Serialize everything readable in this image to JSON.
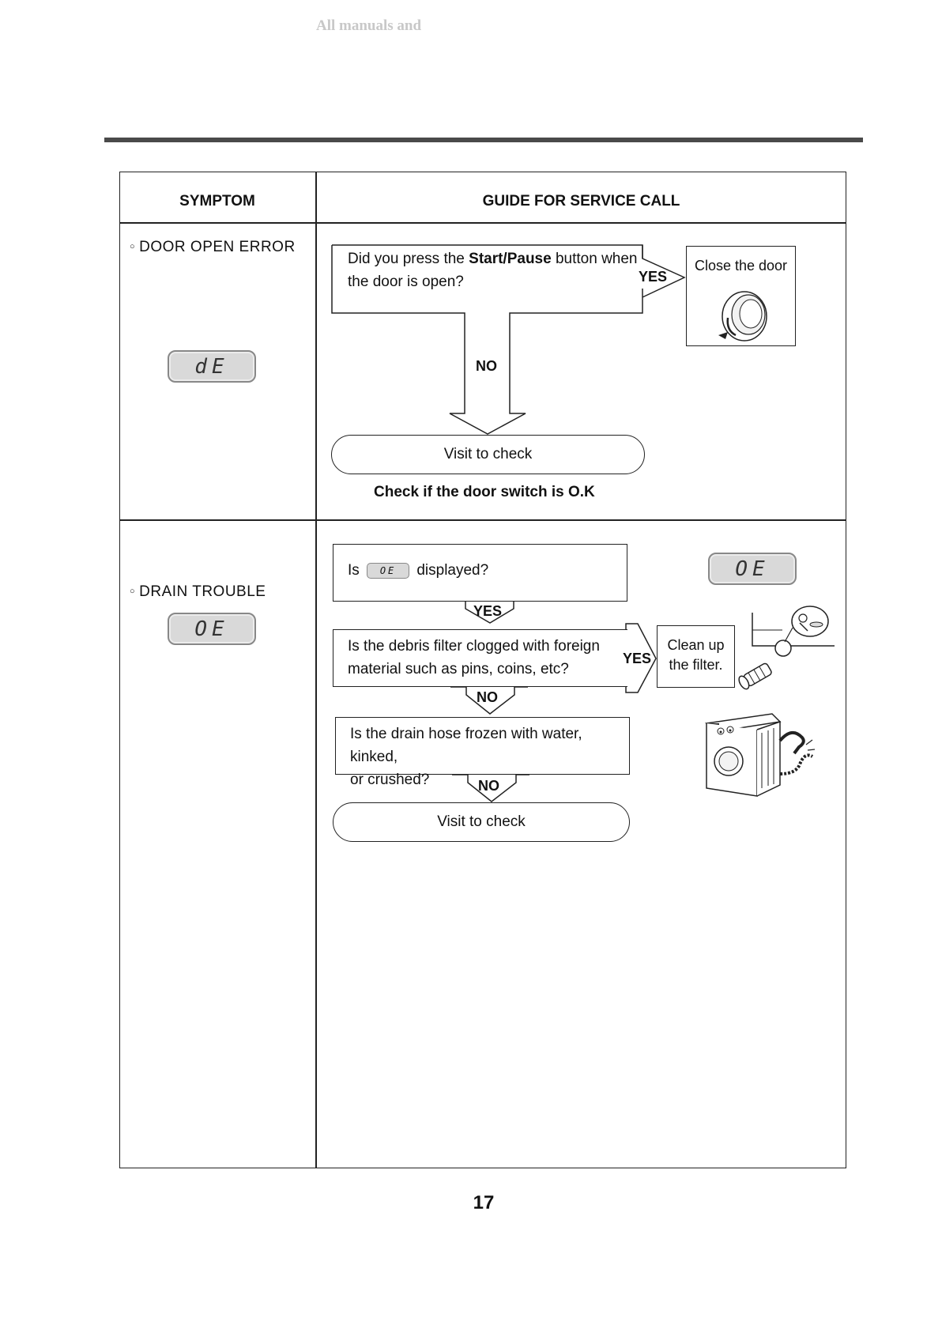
{
  "watermark": "All manuals and",
  "table": {
    "header_symptom": "SYMPTOM",
    "header_guide": "GUIDE FOR SERVICE CALL"
  },
  "door_error": {
    "symptom": "DOOR OPEN ERROR",
    "code": "dE",
    "question_pre": "Did you press the ",
    "question_bold": "Start/Pause",
    "question_post": " button when",
    "question_line2": "the door is open?",
    "yes": "YES",
    "no": "NO",
    "yes_action": "Close the door",
    "visit": "Visit to check",
    "note": "Check if the door switch is O.K"
  },
  "drain": {
    "symptom": "DRAIN TROUBLE",
    "code": "OE",
    "q1_pre": "Is",
    "q1_code": "OE",
    "q1_post": "displayed?",
    "yes1": "YES",
    "q2_line1": "Is the debris filter clogged with foreign",
    "q2_line2": "material such as pins, coins, etc?",
    "yes2": "YES",
    "action_line1": "Clean up",
    "action_line2": "the filter.",
    "no1": "NO",
    "q3_line1": "Is the drain hose frozen with water,  kinked,",
    "q3_line2": "or crushed?",
    "no2": "NO",
    "visit": "Visit to check",
    "display_code": "OE"
  },
  "page_number": "17"
}
